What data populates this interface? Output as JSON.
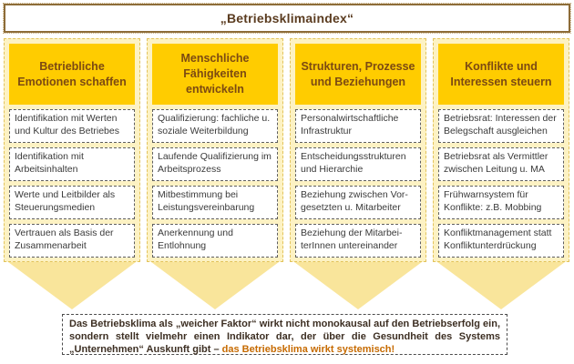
{
  "title": "„Betriebsklimaindex“",
  "colors": {
    "header_gold": "#FFCC00",
    "column_band": "#FDF2C3",
    "funnel_triangle": "#F9E59B",
    "header_text_brown": "#7C4A12",
    "title_text_brown": "#5B3C20",
    "title_border_brown": "#8D6C38",
    "footer_highlight_orange": "#C66A00"
  },
  "columns": [
    {
      "header": "Betriebliche Emotionen schaffen",
      "items": [
        "Identifikation mit Werten und Kultur des Betriebes",
        "Identifikation mit Arbeitsinhalten",
        "Werte und Leitbilder als Steuerungsmedien",
        "Vertrauen als Basis der Zusammenarbeit"
      ]
    },
    {
      "header": "Menschliche Fähigkeiten entwickeln",
      "items": [
        "Qualifizierung: fachliche u. soziale Weiterbildung",
        "Laufende Qualifizierung im Arbeitsprozess",
        "Mitbestimmung bei Leistungsvereinbarung",
        "Anerkennung und Entlohnung"
      ]
    },
    {
      "header": "Strukturen, Prozesse und Beziehungen",
      "items": [
        "Personalwirtschaftliche Infrastruktur",
        "Entscheidungsstrukturen und Hierarchie",
        "Beziehung zwischen Vor-gesetzten u. Mitarbeiter",
        "Beziehung der Mitarbei-terInnen untereinander"
      ]
    },
    {
      "header": "Konflikte und Interessen steuern",
      "items": [
        "Betriebsrat: Interessen der Belegschaft ausgleichen",
        "Betriebsrat als Vermittler zwischen Leitung u. MA",
        "Frühwarnsystem für Konflikte: z.B. Mobbing",
        "Konfliktmanagement statt Konfliktunterdrückung"
      ]
    }
  ],
  "footer": {
    "text_main": "Das Betriebsklima als „weicher Faktor“ wirkt nicht monokausal auf den Betriebserfolg ein, sondern stellt vielmehr einen Indikator dar, der über die Gesundheit des Systems „Unternehmen“ Auskunft gibt – ",
    "text_highlight": "das Betriebsklima wirkt systemisch!"
  }
}
